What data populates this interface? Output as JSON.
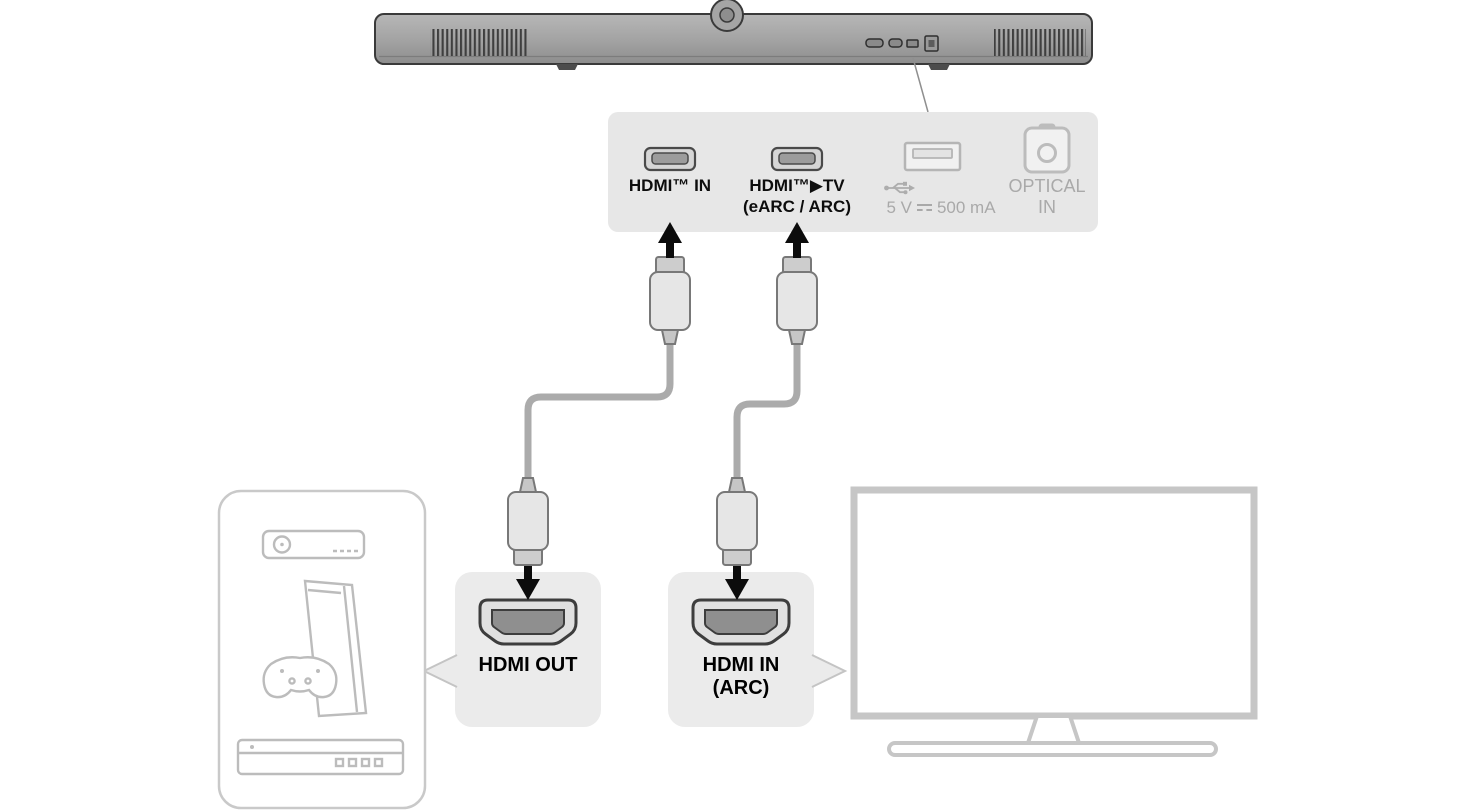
{
  "rear_panel": {
    "hdmi_in_label": "HDMI™ IN",
    "hdmi_tv_label": "HDMI™▶TV",
    "hdmi_tv_sublabel": "(eARC / ARC)",
    "usb_volt": "5 V",
    "usb_current": "500 mA",
    "optical_line1": "OPTICAL",
    "optical_line2": "IN"
  },
  "callouts": {
    "hdmi_out_label": "HDMI OUT",
    "hdmi_in_line1": "HDMI IN",
    "hdmi_in_line2": "(ARC)"
  },
  "icons": {
    "soundbar": "soundbar-rear-icon",
    "usb_trident": "usb-icon",
    "dc_power": "dc-symbol-icon",
    "optical_port": "optical-port-icon",
    "panel_hdmi_port": "hdmi-port-icon",
    "hdmi_plug": "hdmi-plug-icon",
    "hdmi_socket": "hdmi-socket-icon",
    "source_devices": [
      "set-top-box-icon",
      "game-console-icon",
      "gamepad-icon",
      "disc-player-icon"
    ],
    "tv": "tv-icon"
  },
  "colors": {
    "panel_bg": "#e7e7e7",
    "callout_bg": "#ebebeb",
    "muted_text": "#a9a9a9",
    "dark_text": "#0d0d0d",
    "cable": "#ababab",
    "light_outline": "#c6c6c6",
    "dark_outline": "#3d3d3d",
    "arrow": "#0c0c0c"
  }
}
